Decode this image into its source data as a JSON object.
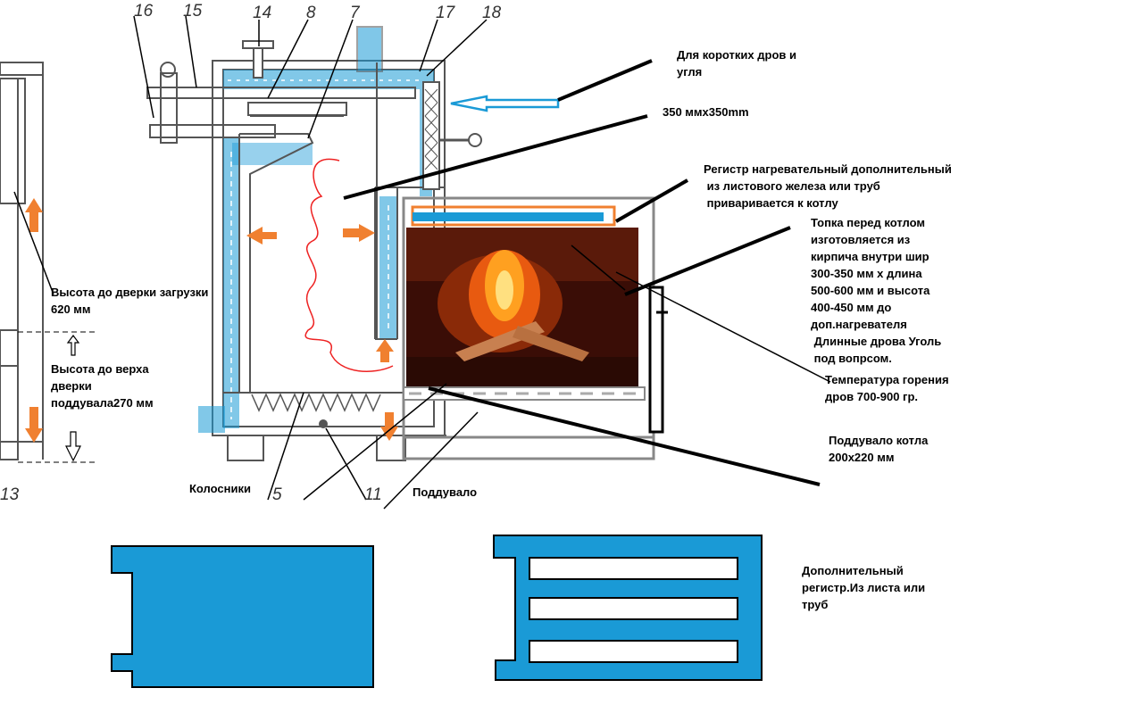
{
  "labels": {
    "short_wood": "Для коротких дров и\nугля",
    "size_350": "350 ммх350mm",
    "register_note": "Регистр нагревательный дополнительный\n из листового железа или труб\n приваривается к котлу",
    "firebox_note": "Топка перед котлом\nизготовляется из\nкирпича внутри шир\n300-350 мм х длина\n500-600 мм и высота\n400-450 мм до\nдоп.нагревателя\n Длинные дрова Уголь\n под вопрсом.",
    "temperature": "Температура горения\nдров 700-900 гр.",
    "ash_door": "Поддувало котла\n200х220 мм",
    "grates": "Колосники",
    "ash_pit": "Поддувало",
    "load_door_height": "Высота до дверки загрузки\n620 мм",
    "ash_door_height": "Высота до верха\nдверки\nподдувала270 мм",
    "extra_register": "Дополнительный\nрегистр.Из листа или\nтруб"
  },
  "part_numbers": [
    "16",
    "15",
    "14",
    "8",
    "7",
    "17",
    "18",
    "5",
    "11",
    "13"
  ],
  "colors": {
    "water": "#1a9ad6",
    "arrow": "#f08030",
    "flame": "#ee2222",
    "frame": "#888888",
    "register_outline": "#f08030"
  }
}
